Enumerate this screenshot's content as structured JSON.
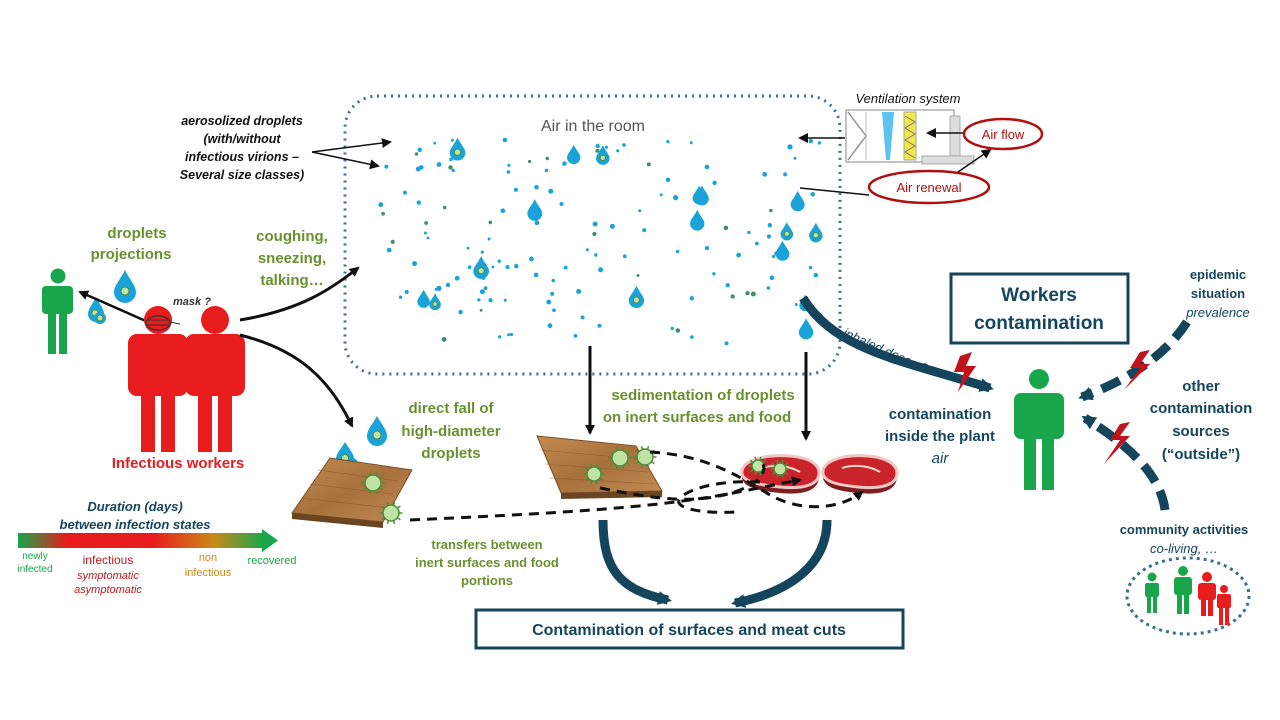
{
  "labels": {
    "aerosol": [
      "aerosolized droplets",
      "(with/without",
      "infectious virions –",
      "Several size classes)"
    ],
    "air_room": "Air in the room",
    "ventilation": "Ventilation system",
    "air_flow": "Air flow",
    "air_renewal": "Air renewal",
    "droplets_projections": [
      "droplets",
      "projections"
    ],
    "mask": "mask ?",
    "coughing": [
      "coughing,",
      "sneezing,",
      "talking…"
    ],
    "infectious_workers": "Infectious workers",
    "direct_fall": [
      "direct fall of",
      "high-diameter",
      "droplets"
    ],
    "sedimentation": [
      "sedimentation of droplets",
      "on inert surfaces and food"
    ],
    "inhaled": "inhaled doses ?",
    "workers_contamination": [
      "Workers",
      "contamination"
    ],
    "contamination_inside": [
      "contamination",
      "inside the plant"
    ],
    "air": "air",
    "epidemic": [
      "epidemic",
      "situation"
    ],
    "prevalence": "prevalence",
    "other_sources": [
      "other",
      "contamination",
      "sources",
      "(“outside”)"
    ],
    "community": "community activities",
    "coliving": "co-living, …",
    "transfers": [
      "transfers between",
      "inert surfaces and food",
      "portions"
    ],
    "contamination_surfaces": "Contamination  of surfaces and meat cuts",
    "duration": [
      "Duration (days)",
      "between infection states"
    ],
    "states": {
      "newly": [
        "newly",
        "infected"
      ],
      "infectious": "infectious",
      "symptomatic": "symptomatic",
      "asymptomatic": "asymptomatic",
      "non_infectious": [
        "non",
        "infectious"
      ],
      "recovered": "recovered"
    }
  },
  "colors": {
    "navy": "#14455c",
    "text_green": "#6a8f2f",
    "person_green": "#19a64a",
    "person_red": "#e81c1c",
    "droplet": "#1aa3d9",
    "dark_red": "#b01010",
    "meat": "#c9242c",
    "wood": "#b07a43",
    "virus": "#bfe3a4"
  }
}
